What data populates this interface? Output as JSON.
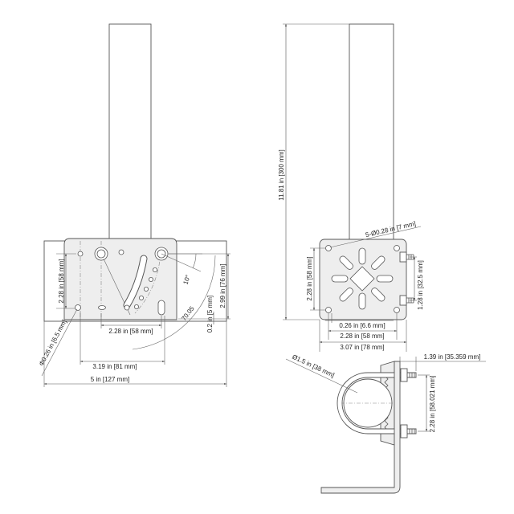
{
  "left_view": {
    "plate_height": "2.28 in [58 mm]",
    "total_height": "2.99 in [76 mm]",
    "edge_offset": "0.2 in [5 mm]",
    "arc_radius": "70.05",
    "angle": "10°",
    "hole_spacing": "2.28 in [58 mm]",
    "slot_span": "3.19 in [81 mm]",
    "overall_width": "5 in [127 mm]",
    "hole_diameter": "Φ0.26 in [6.5 mm]"
  },
  "front_view": {
    "pole_length": "11.81 in [300 mm]",
    "holes": "5-Ø0.28 in [7 mm]",
    "plate_height": "2.28 in [58 mm]",
    "bolt_spacing": "1.28 in [32.5 mm]",
    "hole_diameter": "0.26 in [6.6 mm]",
    "hole_spacing": "2.28 in [58 mm]",
    "plate_width": "3.07 in [78 mm]"
  },
  "side_view": {
    "pipe_diameter": "Ø1.5 in [38 mm]",
    "bolt_projection": "1.39 in [35.359 mm]",
    "bolt_spacing": "2.28 in [58.021 mm]"
  },
  "colors": {
    "line": "#555555",
    "plate_fill": "#eeeeee",
    "text": "#222222"
  }
}
